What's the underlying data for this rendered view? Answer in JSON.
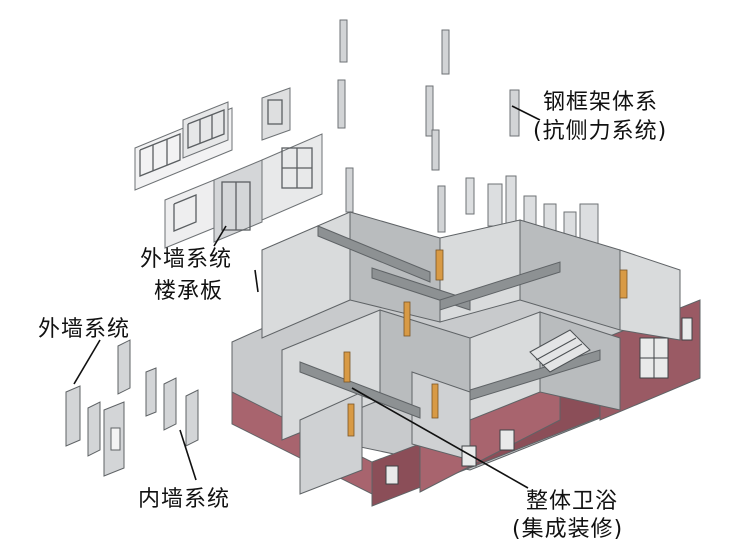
{
  "labels": {
    "steel_frame": "钢框架体系",
    "steel_frame_sub": "(抗侧力系统)",
    "exterior_wall_upper": "外墙系统",
    "floor_slab": "楼承板",
    "exterior_wall_left": "外墙系统",
    "interior_wall": "内墙系统",
    "bathroom": "整体卫浴",
    "bathroom_sub": "(集成装修)"
  },
  "colors": {
    "brick": "#a8646e",
    "brick_dark": "#8b4e58",
    "wall_light": "#d9dbdc",
    "wall_mid": "#b9bcbe",
    "wall_dark": "#8d9193",
    "door": "#d89a45",
    "leader": "#111111"
  }
}
